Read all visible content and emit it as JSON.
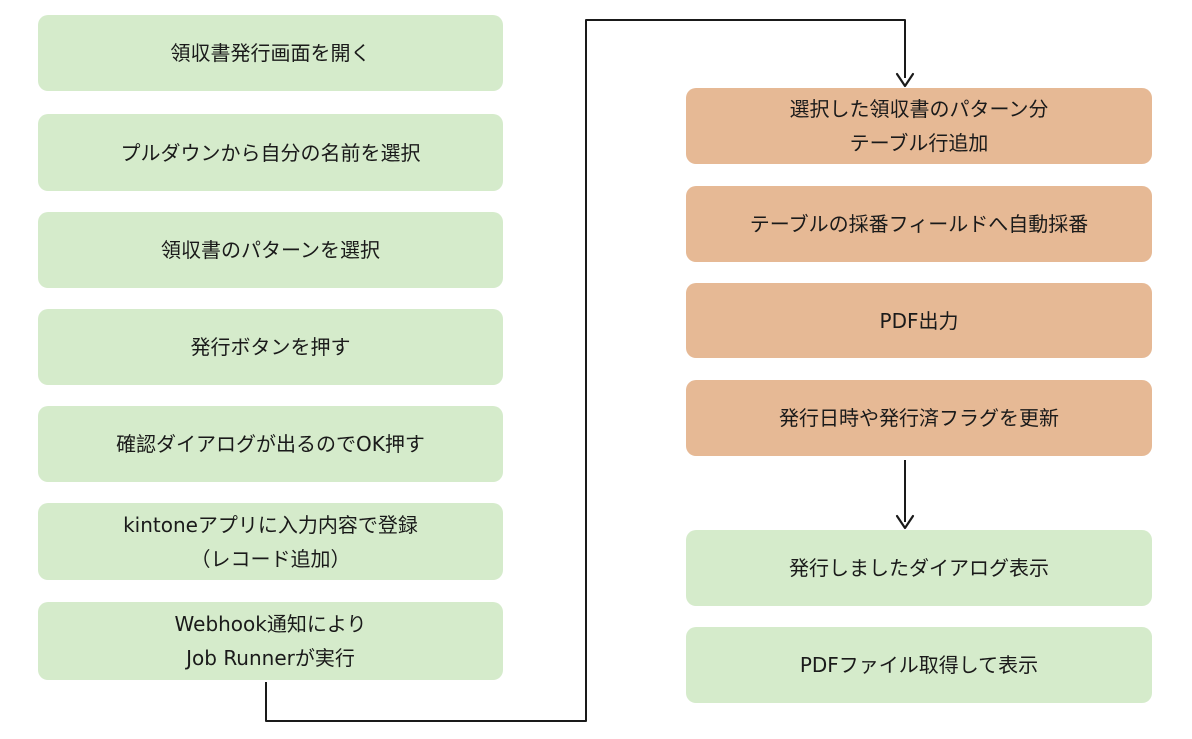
{
  "left_column": [
    {
      "lines": [
        "領収書発行画面を開く"
      ]
    },
    {
      "lines": [
        "プルダウンから自分の名前を選択"
      ]
    },
    {
      "lines": [
        "領収書のパターンを選択"
      ]
    },
    {
      "lines": [
        "発行ボタンを押す"
      ]
    },
    {
      "lines": [
        "確認ダイアログが出るのでOK押す"
      ]
    },
    {
      "lines": [
        "kintoneアプリに入力内容で登録",
        "（レコード追加）"
      ]
    },
    {
      "lines": [
        "Webhook通知により",
        "Job Runnerが実行"
      ]
    }
  ],
  "right_column": [
    {
      "lines": [
        "選択した領収書のパターン分",
        "テーブル行追加"
      ]
    },
    {
      "lines": [
        "テーブルの採番フィールドへ自動採番"
      ]
    },
    {
      "lines": [
        "PDF出力"
      ]
    },
    {
      "lines": [
        "発行日時や発行済フラグを更新"
      ]
    },
    {
      "lines": [
        "発行しましたダイアログ表示"
      ]
    },
    {
      "lines": [
        "PDFファイル取得して表示"
      ]
    }
  ],
  "colors": {
    "green_box": "#d5ebcb",
    "orange_box": "#e6b995",
    "connector": "#1a1a1a"
  }
}
